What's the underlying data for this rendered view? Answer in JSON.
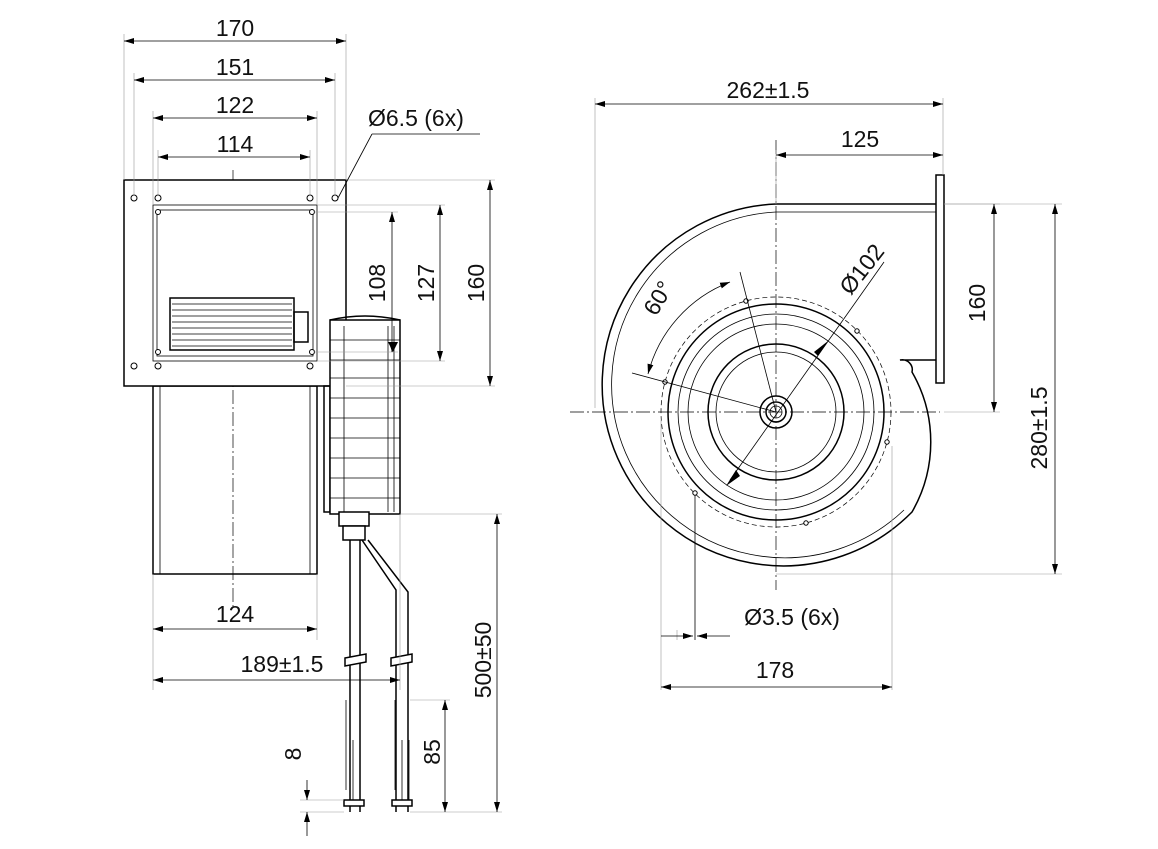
{
  "side_view": {
    "dims": {
      "w170": "170",
      "w151": "151",
      "w122": "122",
      "w114": "114",
      "hole": "Ø6.5 (6x)",
      "h108": "108",
      "h127": "127",
      "h160": "160",
      "w124": "124",
      "w189": "189±1.5",
      "l500": "500±50",
      "l85": "85",
      "l8": "8"
    }
  },
  "front_view": {
    "dims": {
      "w262": "262±1.5",
      "w125": "125",
      "angle": "60°",
      "dia102": "Ø102",
      "h160": "160",
      "h280": "280±1.5",
      "hole": "Ø3.5 (6x)",
      "w178": "178"
    }
  }
}
